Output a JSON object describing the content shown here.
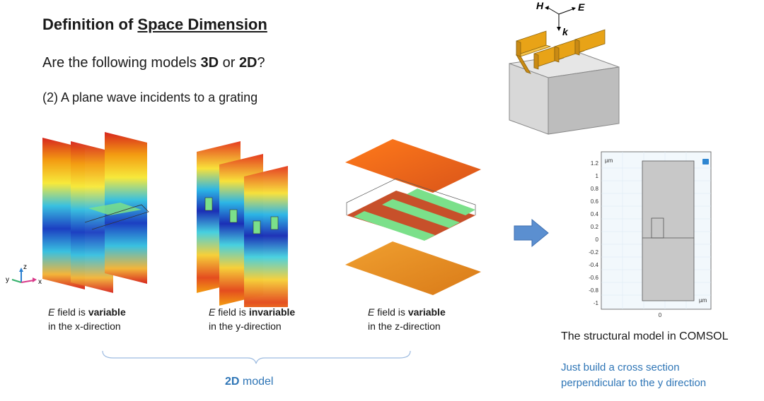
{
  "slide": {
    "title_prefix": "Definition of ",
    "title_underlined": "Space Dimension",
    "question_prefix": "Are the following models ",
    "question_b1": "3D",
    "question_mid": " or ",
    "question_b2": "2D",
    "question_suffix": "?",
    "item": "(2) A plane wave incidents to a grating"
  },
  "axes_triad": {
    "y": "y",
    "z": "z",
    "x": "x"
  },
  "captions": [
    {
      "e": "E",
      "pre": " field is ",
      "bold": "variable",
      "line2": "in the x-direction"
    },
    {
      "e": "E",
      "pre": " field is ",
      "bold": "invariable",
      "line2": "in the y-direction"
    },
    {
      "e": "E",
      "pre": " field is ",
      "bold": "variable",
      "line2": "in the z-direction"
    }
  ],
  "model_label": {
    "bold": "2D",
    "rest": " model"
  },
  "grating_diagram": {
    "h_label": "H",
    "e_label": "E",
    "k_label": "k"
  },
  "comsol_plot": {
    "unit_top": "µm",
    "unit_right": "µm",
    "y_ticks": [
      "1.2",
      "1",
      "0.8",
      "0.6",
      "0.4",
      "0.2",
      "0",
      "-0.2",
      "-0.4",
      "-0.6",
      "-0.8",
      "-1"
    ],
    "x_ticks": [
      "0"
    ]
  },
  "right_caption": "The structural model in COMSOL",
  "note_line1": "Just build a cross section",
  "note_line2": "perpendicular to the y direction",
  "colors": {
    "accent_blue": "#2e75b6",
    "arrow_blue": "#5b8fd0",
    "grating_gold": "#e8a317",
    "substrate_grey": "#cfcfcf"
  }
}
